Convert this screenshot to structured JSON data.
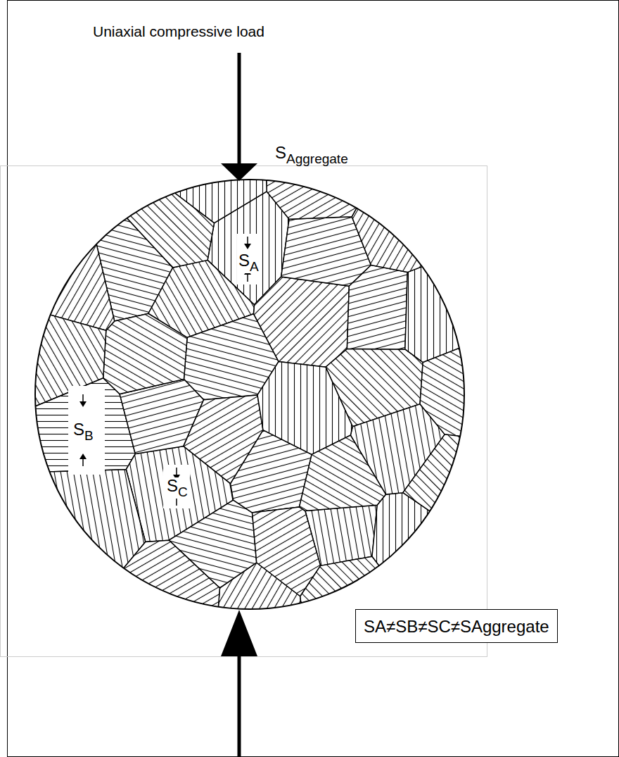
{
  "diagram": {
    "nodes": [
      {
        "text": [
          "SA≠SB≠SC≠SAggregate"
        ]
      }
    ],
    "labels": [
      "Uniaxial compressive load",
      "S",
      "Aggregate",
      "S",
      "A",
      "S",
      "B",
      "S",
      "C"
    ]
  }
}
